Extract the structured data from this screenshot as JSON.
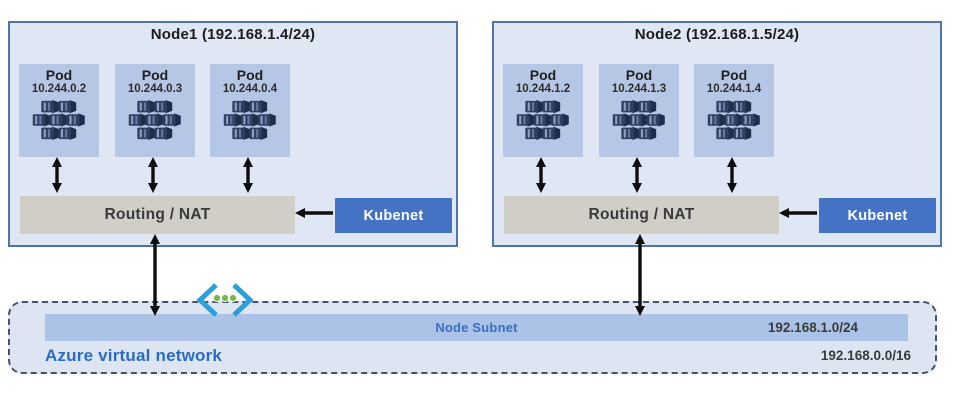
{
  "nodes": [
    {
      "title": "Node1 (192.168.1.4/24)",
      "routing_label": "Routing / NAT",
      "kubenet_label": "Kubenet",
      "pods": [
        {
          "label": "Pod",
          "ip": "10.244.0.2",
          "icon": "containers-icon"
        },
        {
          "label": "Pod",
          "ip": "10.244.0.3",
          "icon": "containers-icon"
        },
        {
          "label": "Pod",
          "ip": "10.244.0.4",
          "icon": "containers-icon"
        }
      ]
    },
    {
      "title": "Node2 (192.168.1.5/24)",
      "routing_label": "Routing / NAT",
      "kubenet_label": "Kubenet",
      "pods": [
        {
          "label": "Pod",
          "ip": "10.244.1.2",
          "icon": "containers-icon"
        },
        {
          "label": "Pod",
          "ip": "10.244.1.3",
          "icon": "containers-icon"
        },
        {
          "label": "Pod",
          "ip": "10.244.1.4",
          "icon": "containers-icon"
        }
      ]
    }
  ],
  "vnet": {
    "label": "Azure virtual network",
    "cidr": "192.168.0.0/16",
    "icon": "virtual-network-icon",
    "subnet": {
      "label": "Node Subnet",
      "cidr": "192.168.1.0/24"
    }
  },
  "colors": {
    "node_fill": "#dfe7f4",
    "node_border": "#4f74ae",
    "pod_fill": "#b5c7e4",
    "container_navy": "#2e3f60",
    "routing_fill": "#d1cdc7",
    "kubenet_fill": "#4472c4",
    "vnet_fill": "#dde5f3",
    "vnet_dash": "#44546a",
    "subnet_fill": "#abc3e6",
    "subnet_label_text": "#3a6fc4",
    "vnet_label_text": "#2b6bc3",
    "arrow": "#0d0d0d",
    "vnet_icon_blue": "#2f9fd8",
    "vnet_icon_green": "#7ab648"
  }
}
